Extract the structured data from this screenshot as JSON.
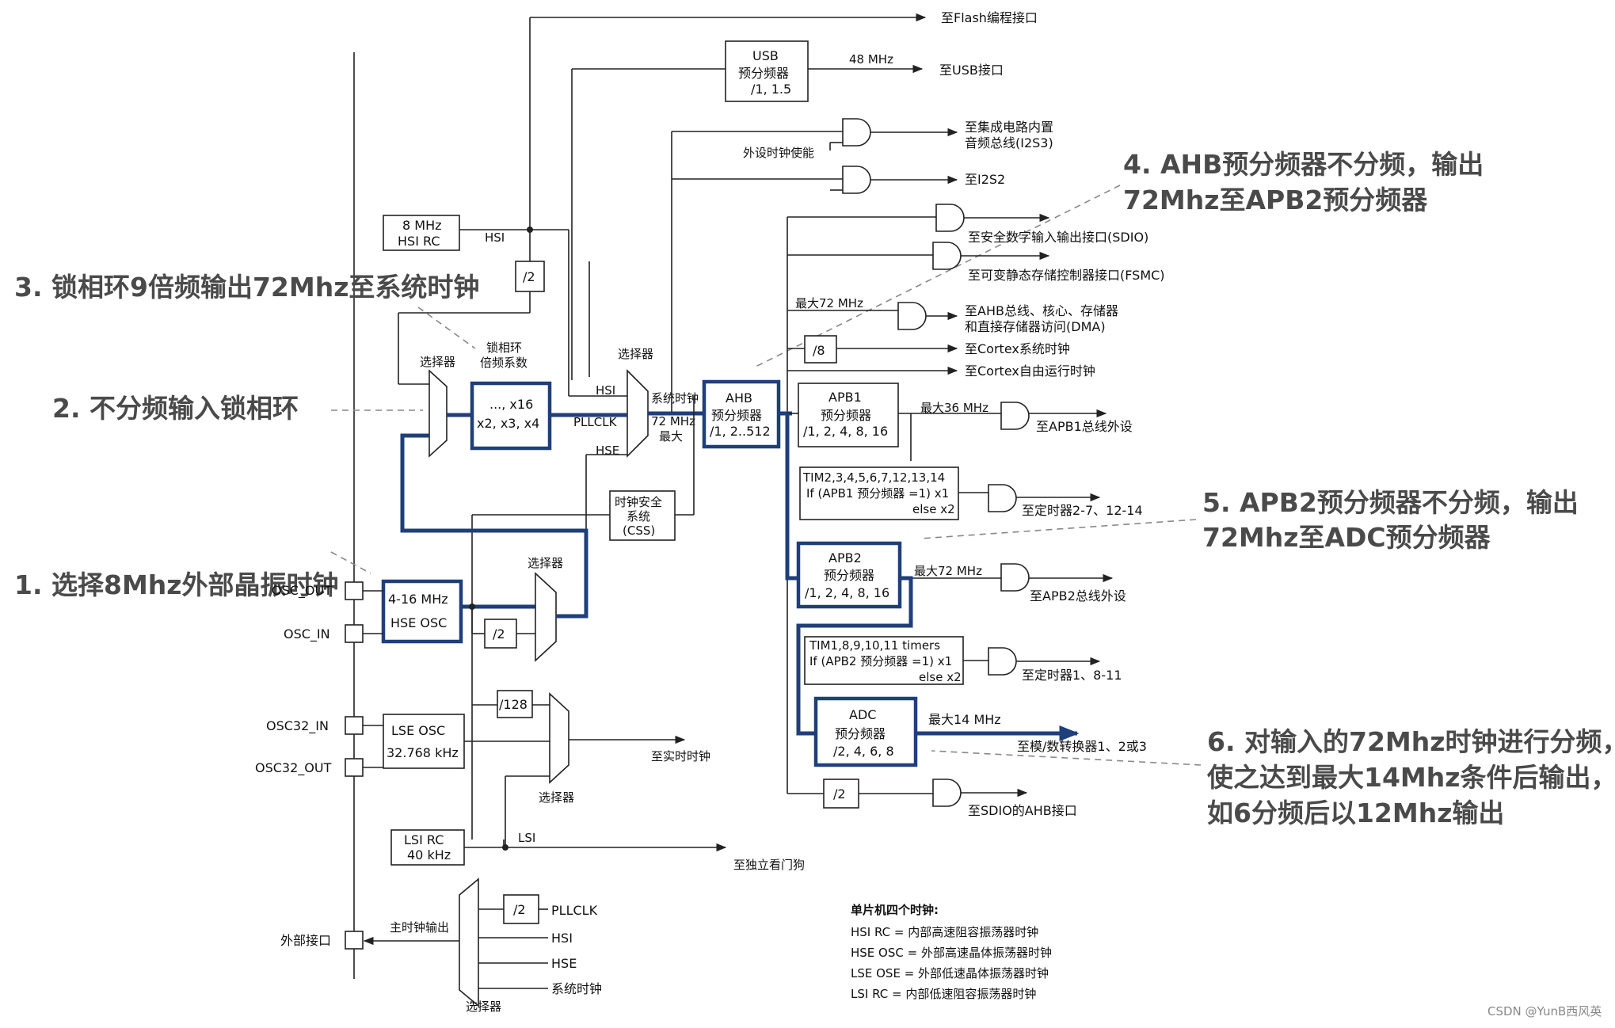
{
  "notes": {
    "n1": "1. 选择8Mhz外部晶振时钟",
    "n2": "2. 不分频输入锁相环",
    "n3": "3. 锁相环9倍频输出72Mhz至系统时钟",
    "n4_l1": "4. AHB预分频器不分频，输出",
    "n4_l2": "72Mhz至APB2预分频器",
    "n5_l1": "5. APB2预分频器不分频，输出",
    "n5_l2": "72Mhz至ADC预分频器",
    "n6_l1": "6. 对输入的72Mhz时钟进行分频，",
    "n6_l2": "使之达到最大14Mhz条件后输出，",
    "n6_l3": "如6分频后以12Mhz输出"
  },
  "pins": {
    "osc_out": "OSC_OUT",
    "osc_in": "OSC_IN",
    "osc32_in": "OSC32_IN",
    "osc32_out": "OSC32_OUT",
    "ext": "外部接口"
  },
  "blocks": {
    "hsi_l1": "8 MHz",
    "hsi_l2": "HSI RC",
    "hsi_tag": "HSI",
    "div2_a": "/2",
    "pll_sel": "选择器",
    "pll_mul_title_l1": "锁相环",
    "pll_mul_title_l2": "倍频系数",
    "pll_mul_l1": "..., x16",
    "pll_mul_l2": "x2, x3, x4",
    "sys_sel": "选择器",
    "sys_hsi": "HSI",
    "sys_pllclk": "PLLCLK",
    "sys_hse": "HSE",
    "sysclk_l1": "系统时钟",
    "sysclk_l2": "72 MHz",
    "sysclk_l3": "最大",
    "css_l1": "时钟安全",
    "css_l2": "系统",
    "css_l3": "(CSS)",
    "hse_l1": "4-16 MHz",
    "hse_l2": "HSE OSC",
    "hse_div2": "/2",
    "pllsrc_sel": "选择器",
    "div128": "/128",
    "lse_l1": "LSE OSC",
    "lse_l2": "32.768 kHz",
    "rtc_sel": "选择器",
    "rtc_out": "至实时时钟",
    "lsi_l1": "LSI RC",
    "lsi_l2": "40 kHz",
    "lsi_tag": "LSI",
    "iwdg_out": "至独立看门狗",
    "flash_out": "至Flash编程接口",
    "usb_l1": "USB",
    "usb_l2": "预分频器",
    "usb_l3": "/1, 1.5",
    "usb_freq": "48 MHz",
    "usb_out": "至USB接口",
    "periph_en": "外设时钟使能",
    "i2s3_l1": "至集成电路内置",
    "i2s3_l2": "音频总线(I2S3)",
    "i2s2": "至I2S2",
    "ahb_l1": "AHB",
    "ahb_l2": "预分频器",
    "ahb_l3": "/1, 2..512",
    "sdio": "至安全数字输入输出接口(SDIO)",
    "fsmc": "至可变静态存储控制器接口(FSMC)",
    "ahb_max": "最大72 MHz",
    "ahb_bus_l1": "至AHB总线、核心、存储器",
    "ahb_bus_l2": "和直接存储器访问(DMA)",
    "div8": "/8",
    "cortex_sys": "至Cortex系统时钟",
    "cortex_free": "至Cortex自由运行时钟",
    "apb1_l1": "APB1",
    "apb1_l2": "预分频器",
    "apb1_l3": "/1, 2, 4, 8, 16",
    "apb1_max": "最大36 MHz",
    "apb1_out": "至APB1总线外设",
    "tim2_l1": "TIM2,3,4,5,6,7,12,13,14",
    "tim2_l2": "If (APB1 预分频器 =1) x1",
    "tim2_l3": "else  x2",
    "tim2_out": "至定时器2-7、12-14",
    "apb2_l1": "APB2",
    "apb2_l2": "预分频器",
    "apb2_l3": "/1, 2, 4, 8, 16",
    "apb2_max": "最大72 MHz",
    "apb2_out": "至APB2总线外设",
    "tim1_l1": "TIM1,8,9,10,11 timers",
    "tim1_l2": "If (APB2 预分频器 =1) x1",
    "tim1_l3": "else x2",
    "tim1_out": "至定时器1、8-11",
    "adc_l1": "ADC",
    "adc_l2": "预分频器",
    "adc_l3": "/2, 4, 6, 8",
    "adc_max": "最大14 MHz",
    "adc_out": "至模/数转换器1、2或3",
    "sdio_div2": "/2",
    "sdio_ahb": "至SDIO的AHB接口",
    "mco_div2": "/2",
    "mco_pllclk": "PLLCLK",
    "mco_hsi": "HSI",
    "mco_hse": "HSE",
    "mco_sys": "系统时钟",
    "mco_sel": "选择器",
    "mco_out": "主时钟输出"
  },
  "legend": {
    "title": "单片机四个时钟:",
    "l1": "HSI RC = 内部高速阻容振荡器时钟",
    "l2": "HSE OSC = 外部高速晶体振荡器时钟",
    "l3": "LSE OSE = 外部低速晶体振荡器时钟",
    "l4": "LSI RC = 内部低速阻容振荡器时钟"
  },
  "watermark": "CSDN @YunB西风英",
  "colors": {
    "highlight": "#1f3f7a",
    "note": "#4a4a4a"
  }
}
